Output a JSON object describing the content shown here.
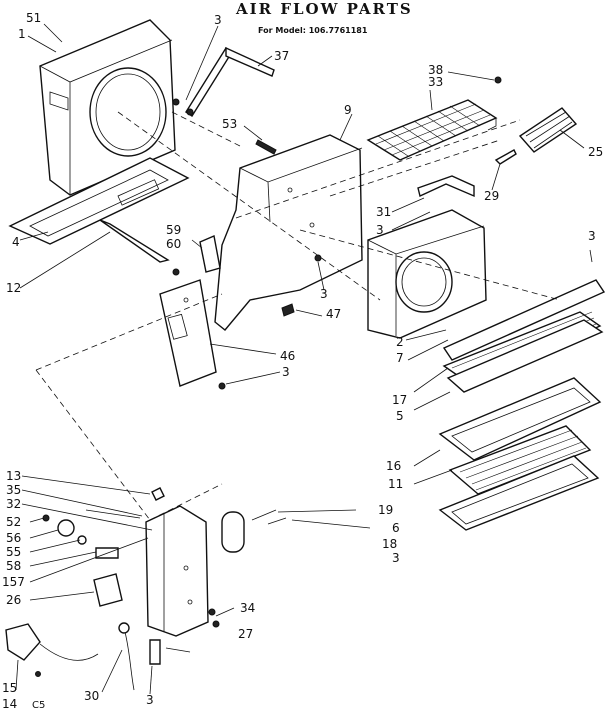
{
  "title": "AIR FLOW PARTS",
  "subtitle": "For Model: 106.7761181",
  "footer_code": "C5",
  "callouts": [
    "51",
    "1",
    "3",
    "37",
    "38",
    "33",
    "9",
    "53",
    "25",
    "29",
    "31",
    "3",
    "3",
    "59",
    "60",
    "4",
    "12",
    "3",
    "47",
    "46",
    "3",
    "2",
    "7",
    "17",
    "5",
    "16",
    "11",
    "13",
    "35",
    "32",
    "52",
    "56",
    "55",
    "58",
    "157",
    "26",
    "19",
    "6",
    "18",
    "3",
    "34",
    "27",
    "15",
    "14",
    "30",
    "3"
  ],
  "colors": {
    "ink": "#111111",
    "paper": "#ffffff"
  }
}
